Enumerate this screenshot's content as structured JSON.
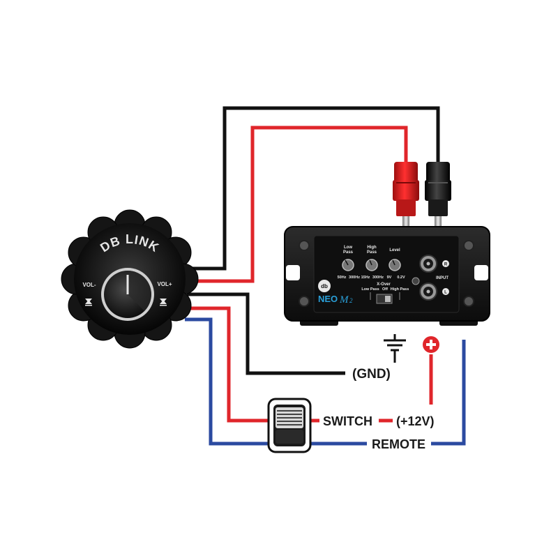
{
  "colors": {
    "black_wire": "#111111",
    "red_wire": "#e0262b",
    "blue_wire": "#2b4aa0",
    "amp_body": "#1c1c1c",
    "panel": "#0f0f0f",
    "brand_blue": "#2a9fd8",
    "text": "#1a1a1a"
  },
  "knob": {
    "brand": "DB LINK",
    "vol_minus": "VOL-",
    "vol_plus": "VOL+"
  },
  "amplifier": {
    "model_neo": "NEO",
    "model_m": "M",
    "model_suffix": "2",
    "low_pass_label": "Low\nPass",
    "low_pass_min": "50Hz",
    "low_pass_max": "300Hz",
    "high_pass_label": "High\nPass",
    "high_pass_min": "15Hz",
    "high_pass_max": "300Hz",
    "level_label": "Level",
    "level_min": "9V",
    "level_max": "0.2V",
    "xover_label": "X-Over",
    "xover_low": "Low Pass",
    "xover_off": "Off",
    "xover_high": "High Pass",
    "input_label": "INPUT",
    "input_r": "R",
    "input_l": "L"
  },
  "labels": {
    "gnd": "(GND)",
    "switch": "SWITCH",
    "plus12v": "(+12V)",
    "remote": "REMOTE"
  },
  "icons": {
    "ground": "ground-icon",
    "positive": "positive-terminal-icon",
    "switch": "rocker-switch-icon",
    "knob": "volume-knob-icon",
    "rca": "rca-plug-icon"
  }
}
